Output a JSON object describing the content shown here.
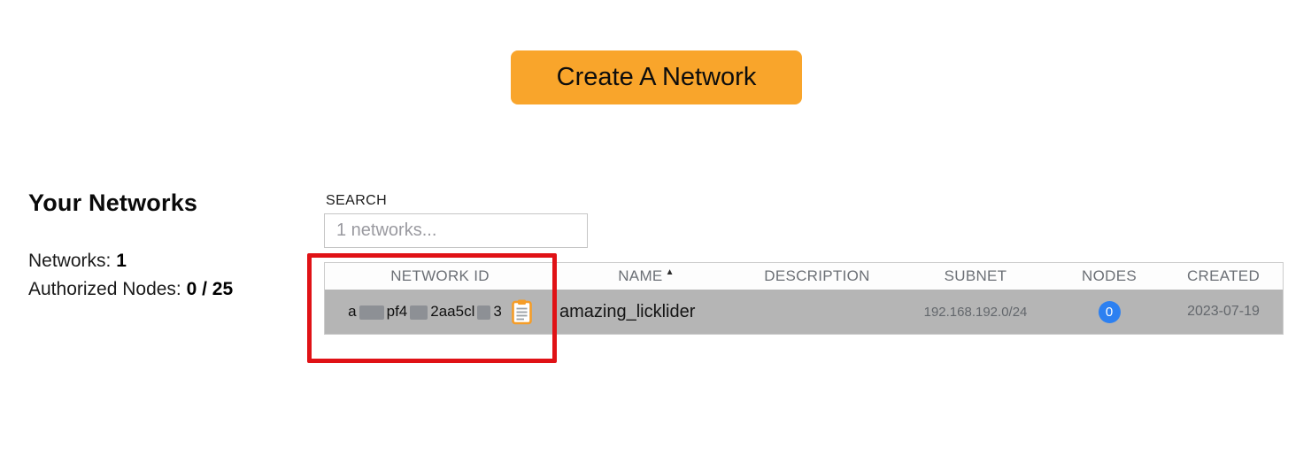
{
  "create_button": {
    "label": "Create A Network",
    "color": "#f9a52b"
  },
  "left_panel": {
    "title": "Your Networks",
    "networks_label": "Networks: ",
    "networks_count": "1",
    "authorized_label": "Authorized Nodes: ",
    "authorized_count": "0 / 25"
  },
  "search": {
    "label": "SEARCH",
    "placeholder": "1 networks..."
  },
  "table": {
    "columns": [
      {
        "label": "NETWORK ID"
      },
      {
        "label": "NAME",
        "sorted": "ascending"
      },
      {
        "label": "DESCRIPTION"
      },
      {
        "label": "SUBNET"
      },
      {
        "label": "NODES"
      },
      {
        "label": "CREATED"
      }
    ],
    "rows": [
      {
        "id_segments": [
          "a",
          "pf4",
          "2aa5cl",
          "3"
        ],
        "id_partially_redacted": true,
        "name": "amazing_licklider",
        "description": "",
        "subnet": "192.168.192.0/24",
        "nodes": "0",
        "created": "2023-07-19"
      }
    ]
  },
  "icons": {
    "sort_asc": "▲",
    "copy": "clipboard-icon"
  },
  "colors": {
    "button_orange": "#f9a52b",
    "row_gray": "#b5b5b5",
    "badge_blue": "#2c80f1",
    "annotation_red": "#e01216",
    "header_text": "#6c7076"
  },
  "annotation": {
    "target": "network-id-column"
  }
}
